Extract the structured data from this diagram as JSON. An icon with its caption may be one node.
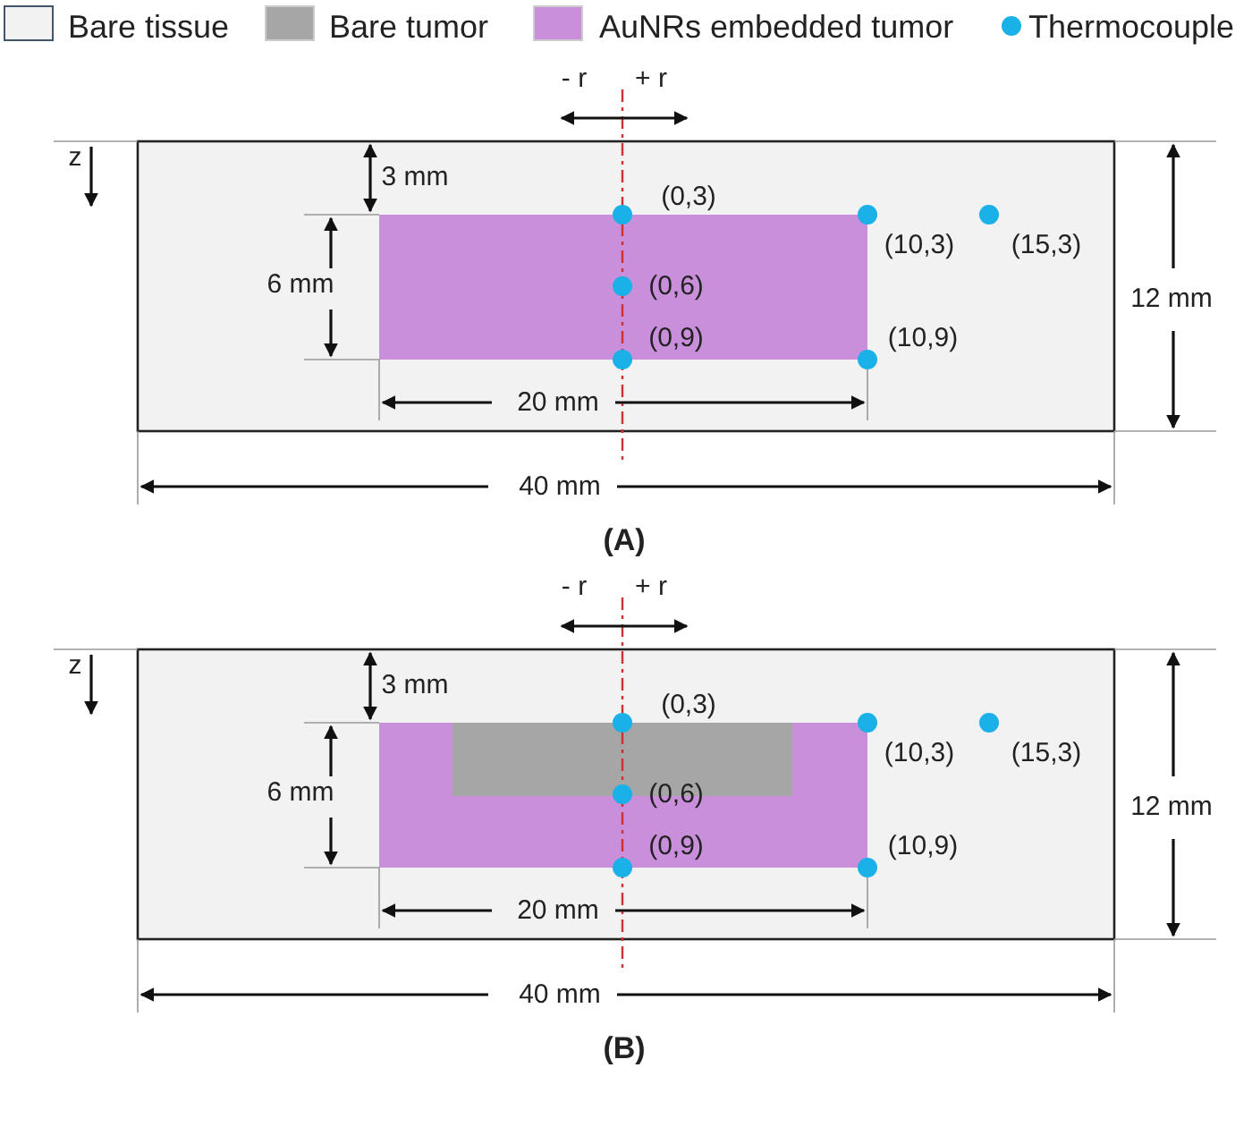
{
  "diagram": {
    "labels": [
      "- r",
      "+ r",
      "z",
      "3 mm",
      "(0,3)",
      "(10,3)",
      "(15,3)",
      "6 mm",
      "(0,6)",
      "12 mm",
      "(0,9)",
      "(10,9)",
      "20 mm",
      "40 mm",
      "(A)",
      "- r",
      "+ r",
      "z",
      "3 mm",
      "(0,3)",
      "(10,3)",
      "(15,3)",
      "6 mm",
      "(0,6)",
      "12 mm",
      "(0,9)",
      "(10,9)",
      "20 mm",
      "40 mm",
      "(B)"
    ],
    "legend": [
      {
        "text": "Bare tissue",
        "color": "#f2f2f2"
      },
      {
        "text": "Bare tumor",
        "color": "#a6a6a6"
      },
      {
        "text": "AuNRs embedded tumor",
        "color": "#c98fdb"
      },
      {
        "text": "Thermocouple",
        "color": "#1ab0e8"
      }
    ]
  }
}
